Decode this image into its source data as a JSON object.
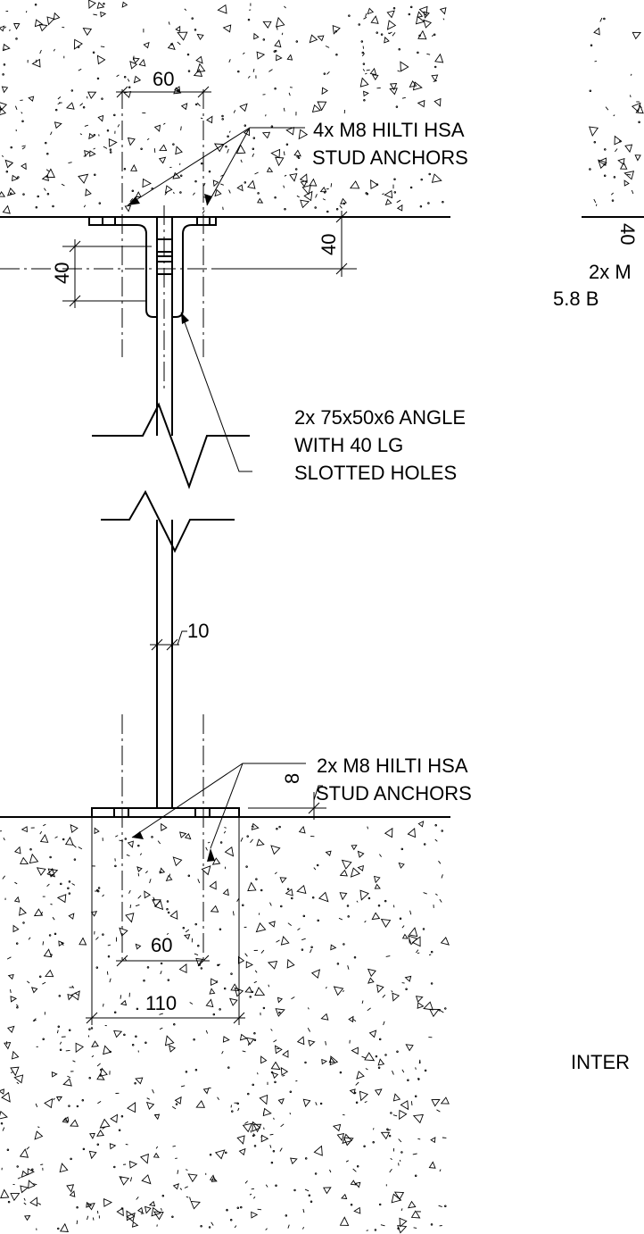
{
  "labels": {
    "top_anchors_line1": "4x M8 HILTI HSA",
    "top_anchors_line2": "STUD ANCHORS",
    "angle_line1": "2x 75x50x6 ANGLE",
    "angle_line2": "WITH 40 LG",
    "angle_line3": "SLOTTED HOLES",
    "bottom_anchors_line1": "2x M8 HILTI HSA",
    "bottom_anchors_line2": "STUD ANCHORS",
    "right_partial_1": "2x M",
    "right_partial_2": "5.8 B",
    "right_partial_3": "INTER"
  },
  "dimensions": {
    "top_spacing": "60",
    "top_edge_right": "40",
    "top_slot_left": "40",
    "right_partial_dim": "40",
    "plate_thickness": "10",
    "base_plate_thickness": "8",
    "bottom_spacing": "60",
    "base_width": "110"
  },
  "colors": {
    "line": "#000000",
    "background": "#ffffff"
  }
}
